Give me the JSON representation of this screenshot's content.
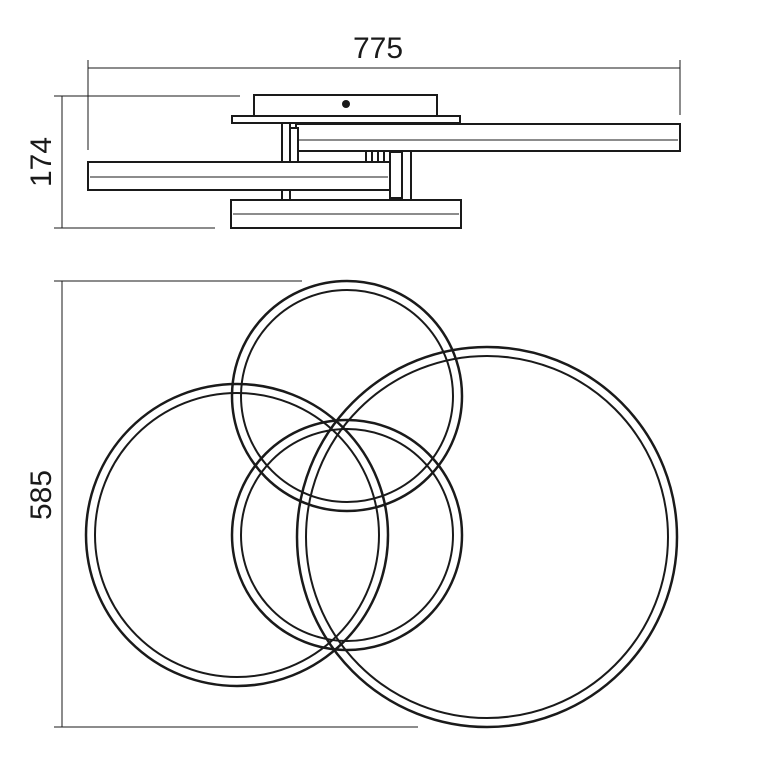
{
  "dimensions": {
    "width_label": "775",
    "height_side_label": "174",
    "height_top_label": "585"
  },
  "colors": {
    "line": "#1a1a1a",
    "background": "#ffffff"
  }
}
